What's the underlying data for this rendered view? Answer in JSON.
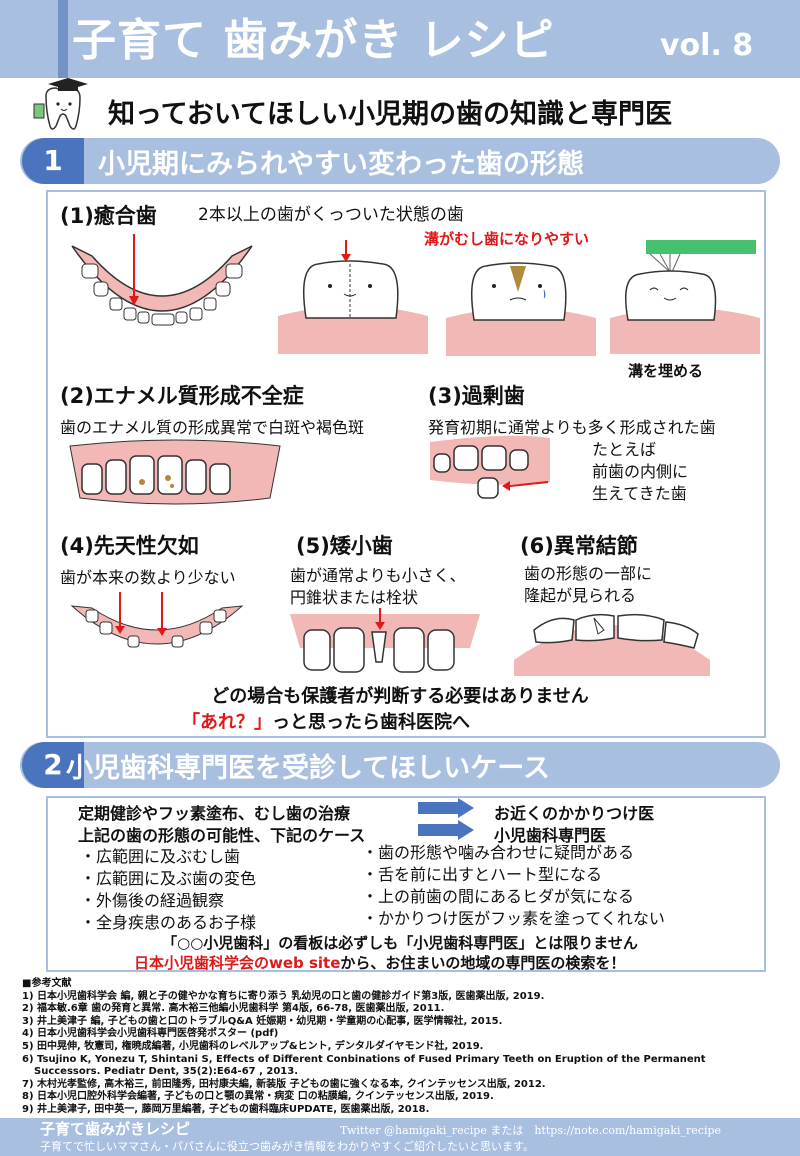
{
  "header": {
    "title": "子育て 歯みがき レシピ",
    "vol": "vol. 8"
  },
  "subtitle": "知っておいてほしい小児期の歯の知識と専門医",
  "section1": {
    "num": "1",
    "title": "小児期にみられやすい変わった歯の形態",
    "item1": {
      "heading": "(1)癒合歯",
      "desc": "2本以上の歯がくっついた状態の歯",
      "warning": "溝がむし歯になりやすい",
      "fill": "溝を埋める"
    },
    "item2": {
      "heading": "(2)エナメル質形成不全症",
      "desc": "歯のエナメル質の形成異常で白斑や褐色斑"
    },
    "item3": {
      "heading": "(3)過剰歯",
      "desc": "発育初期に通常よりも多く形成された歯",
      "note1": "たとえば",
      "note2": "前歯の内側に",
      "note3": "生えてきた歯"
    },
    "item4": {
      "heading": "(4)先天性欠如",
      "desc": "歯が本来の数より少ない"
    },
    "item5": {
      "heading": "(5)矮小歯",
      "desc1": "歯が通常よりも小さく、",
      "desc2": "円錐状または栓状"
    },
    "item6": {
      "heading": "(6)異常結節",
      "desc1": "歯の形態の一部に",
      "desc2": "隆起が見られる"
    },
    "conclusion1": "どの場合も保護者が判断する必要はありません",
    "conclusion2_red": "「あれ？」",
    "conclusion2_rest": "っと思ったら歯科医院へ"
  },
  "section2": {
    "num": "2",
    "title": "小児歯科専門医を受診してほしいケース",
    "row1_left": "定期健診やフッ素塗布、むし歯の治療",
    "row1_right": "お近くのかかりつけ医",
    "row2_left": "上記の歯の形態の可能性、下記のケース",
    "row2_right": "小児歯科専門医",
    "bullets_left": [
      "・広範囲に及ぶむし歯",
      "・広範囲に及ぶ歯の変色",
      "・外傷後の経過観察",
      "・全身疾患のあるお子様"
    ],
    "bullets_right": [
      "・歯の形態や噛み合わせに疑問がある",
      "・舌を前に出すとハート型になる",
      "・上の前歯の間にあるヒダが気になる",
      "・かかりつけ医がフッ素を塗ってくれない"
    ],
    "note1": "「○○小児歯科」の看板は必ずしも「小児歯科専門医」とは限りません",
    "note2_red": "日本小児歯科学会のweb site",
    "note2_rest": "から、お住まいの地域の専門医の検索を！"
  },
  "references": {
    "title": "■参考文献",
    "items": [
      "1) 日本小児歯科学会 編, 親と子の健やかな育ちに寄り添う 乳幼児の口と歯の健診ガイド第3版, 医歯薬出版, 2019.",
      "2) 福本敏.6章 歯の発育と異常. 高木裕三他編小児歯科学 第4版, 66-78, 医歯薬出版, 2011.",
      "3) 井上美津子 編, 子どもの歯と口のトラブルQ&A 妊娠期・幼児期・学童期の心配事, 医学情報社, 2015.",
      "4) 日本小児歯科学会小児歯科専門医啓発ポスター (pdf)",
      "5) 田中晃伸, 牧憲司, 権暁成編著, 小児歯科のレベルアップ&ヒント, デンタルダイヤモンド社, 2019.",
      "6) Tsujino K, Yonezu T, Shintani S, Effects of Different Conbinations of Fused Primary Teeth on Eruption of the Permanent",
      "Successors. Pediatr Dent, 35(2):E64-67 , 2013.",
      "7) 木村光孝監修, 高木裕三, 前田隆秀, 田村康夫編, 新装版 子どもの歯に強くなる本, クインテッセンス出版, 2012.",
      "8) 日本小児口腔外科学会編著, 子どもの口と顎の異常・病変 口の粘膜編, クインテッセンス出版, 2019.",
      "9) 井上美津子, 田中英一, 藤岡万里編著, 子どもの歯科臨床UPDATE, 医歯薬出版, 2018."
    ]
  },
  "footer": {
    "title": "子育て歯みがきレシピ",
    "twitter": "Twitter @hamigaki_recipe または　https://note.com/hamigaki_recipe",
    "desc": "子育てで忙しいママさん・パパさんに役立つ歯みがき情報をわかりやすくご紹介したいと思います。"
  },
  "colors": {
    "accent": "#a9bfe0",
    "accent_dark": "#4a74bd",
    "red": "#e01818",
    "gum": "#f2b8b5",
    "arrow": "#4a74bd"
  },
  "icons": [
    "tooth-mascot-icon",
    "toothbrush-icon",
    "arrow-icon"
  ]
}
